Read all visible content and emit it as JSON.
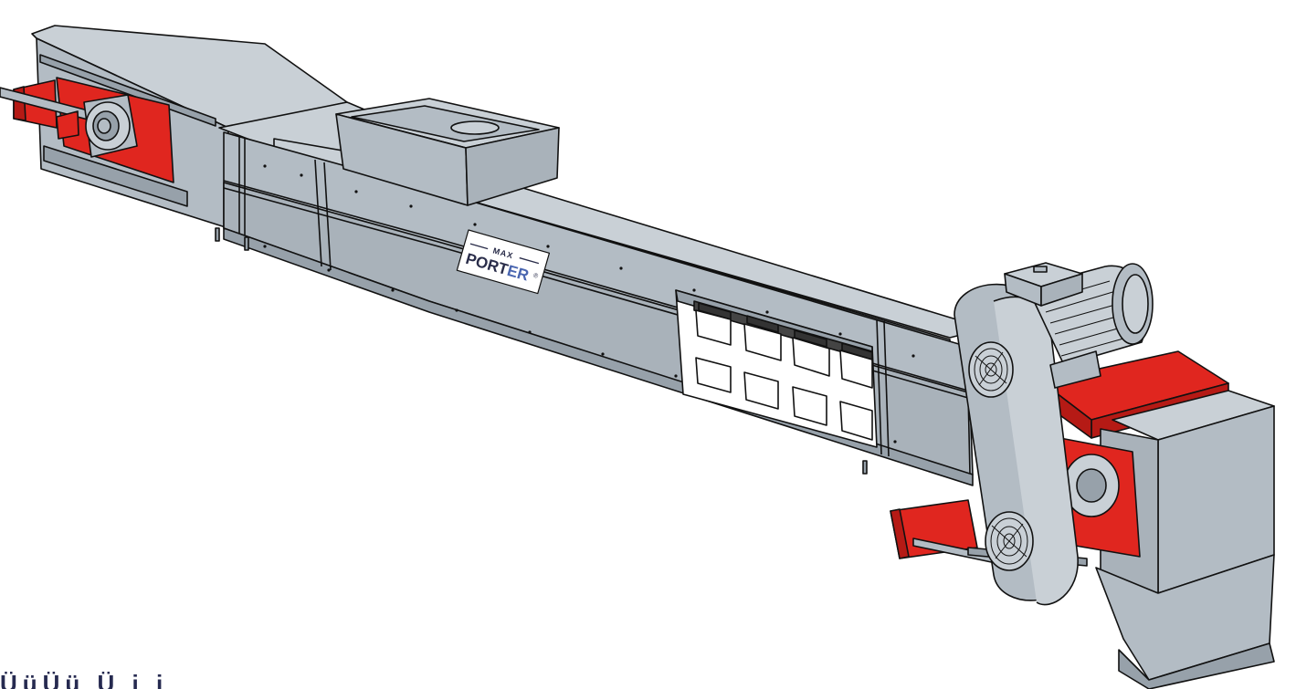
{
  "brand_logo": {
    "top_word": "MAX",
    "main_word_dark": "PORT",
    "main_word_accent": "ER",
    "registered_mark": "®"
  },
  "cropped_caption": "ÜüÜü Ü i i",
  "colors": {
    "steel": "#b3bcc4",
    "steel_light": "#c9d0d6",
    "steel_dark": "#97a1aa",
    "frame_red": "#e0261f",
    "outline": "#111111",
    "logo_navy": "#2a2d4a",
    "logo_blue": "#4a66b0",
    "caption": "#262a50"
  },
  "icons": [
    "bearing-housing-icon",
    "fan-grille-icon",
    "electric-motor-icon",
    "scraper-paddle-icon"
  ]
}
